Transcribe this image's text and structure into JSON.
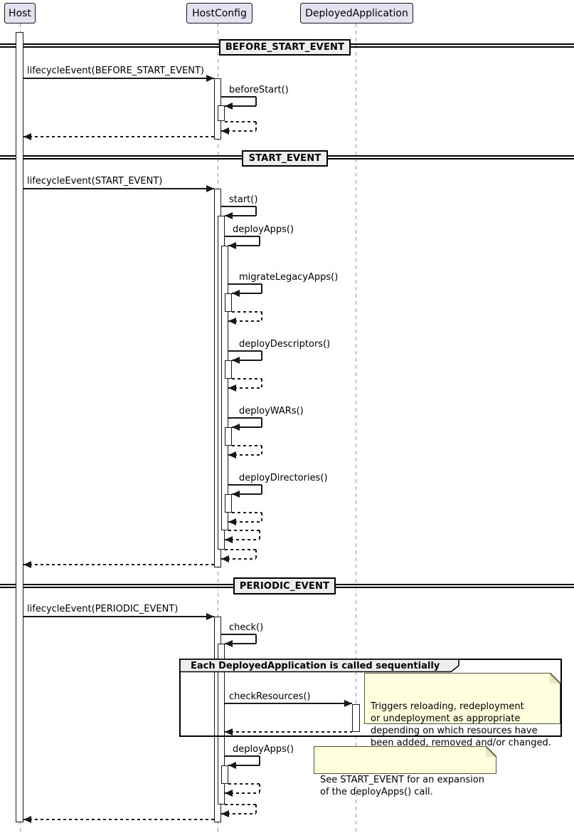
{
  "participants": [
    {
      "label": "Host"
    },
    {
      "label": "HostConfig"
    },
    {
      "label": "DeployedApplication"
    }
  ],
  "dividers": [
    {
      "label": "BEFORE_START_EVENT"
    },
    {
      "label": "START_EVENT"
    },
    {
      "label": "PERIODIC_EVENT"
    }
  ],
  "messages": {
    "lifecycle_before": "lifecycleEvent(BEFORE_START_EVENT)",
    "before_start": "beforeStart()",
    "lifecycle_start": "lifecycleEvent(START_EVENT)",
    "start": "start()",
    "deploy_apps": "deployApps()",
    "migrate_legacy_apps": "migrateLegacyApps()",
    "deploy_descriptors": "deployDescriptors()",
    "deploy_wars": "deployWARs()",
    "deploy_directories": "deployDirectories()",
    "lifecycle_periodic": "lifecycleEvent(PERIODIC_EVENT)",
    "check": "check()",
    "check_resources": "checkResources()",
    "deploy_apps_periodic": "deployApps()"
  },
  "group": {
    "label": "Each DeployedApplication is called sequentially"
  },
  "notes": {
    "check_resources_note": "Triggers reloading, redeployment\nor undeployment as appropriate\ndepending on which resources have\nbeen added, removed and/or changed.",
    "deploy_apps_note": "See START_EVENT for an expansion\nof the deployApps() call."
  },
  "colors": {
    "participant_fill": "#E2E2F0",
    "divider_fill": "#EEEEEE",
    "note_fill": "#FEFFDD",
    "line": "#181818",
    "lifeline": "#9A9A9A",
    "frame_border": "#000000"
  }
}
